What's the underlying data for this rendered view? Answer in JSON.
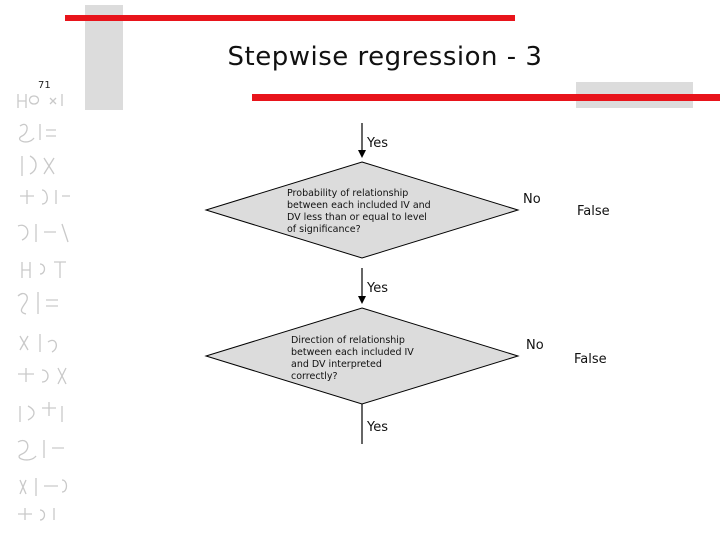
{
  "slide": {
    "title": "Stepwise regression - 3",
    "number": "71"
  },
  "colors": {
    "accent_red": "#e8141b",
    "diamond_fill": "#dcdcdc",
    "deco_gray": "#dcdcdc"
  },
  "flowchart": {
    "entry_label": "Yes",
    "decision1": {
      "lines": [
        "Probability of relationship",
        "between each included IV and",
        "DV less than or equal to level",
        "of significance?"
      ],
      "no_label": "No",
      "no_outcome": "False",
      "yes_label": "Yes"
    },
    "decision2": {
      "lines": [
        "Direction of relationship",
        "between each included IV",
        "and DV interpreted",
        "correctly?"
      ],
      "no_label": "No",
      "no_outcome": "False",
      "yes_label": "Yes"
    }
  }
}
